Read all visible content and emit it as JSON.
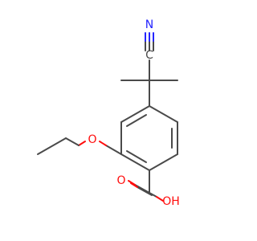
{
  "molecule": {
    "atoms": {
      "nitrile_n": {
        "label": "N",
        "color": "#2424ff"
      },
      "nitrile_c": {
        "label": "C",
        "color": "#4a4a4a"
      },
      "ether_o": {
        "label": "O",
        "color": "#ff0d0d"
      },
      "carbonyl_o": {
        "label": "O",
        "color": "#ff0d0d"
      },
      "hydroxyl": {
        "label": "OH",
        "color": "#ff0d0d"
      }
    },
    "bond_color": "#4a4a4a"
  }
}
